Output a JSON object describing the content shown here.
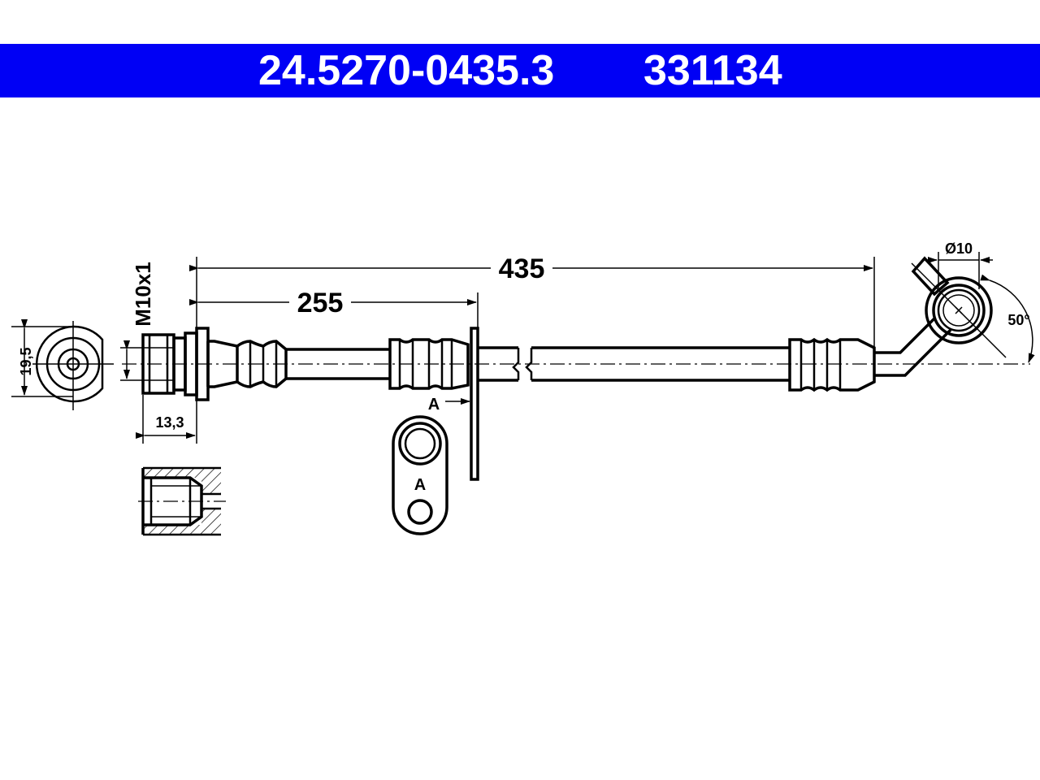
{
  "header": {
    "part_number": "24.5270-0435.3",
    "reference_number": "331134",
    "background_color": "#0000f5",
    "text_color": "#ffffff"
  },
  "dimensions": {
    "overall_length": "435",
    "bracket_position": "255",
    "thread": "M10x1",
    "wrench_size": "19,5",
    "fitting_length": "13,3",
    "banjo_diameter": "Ø10",
    "banjo_angle": "50°"
  },
  "section_labels": {
    "section_marker": "A",
    "bracket_view_label": "A"
  }
}
